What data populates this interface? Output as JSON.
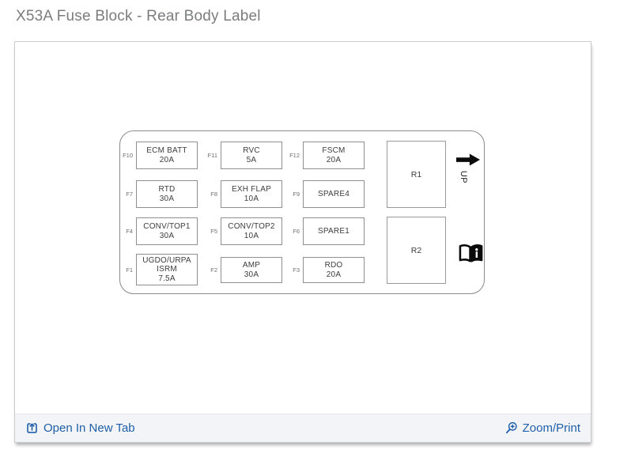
{
  "page": {
    "title": "X53A Fuse Block - Rear Body Label"
  },
  "diagram": {
    "up_label": "UP",
    "fuses": [
      {
        "id": "F10",
        "lines": [
          "ECM BATT",
          "20A"
        ]
      },
      {
        "id": "F11",
        "lines": [
          "RVC",
          "5A"
        ]
      },
      {
        "id": "F12",
        "lines": [
          "FSCM",
          "20A"
        ]
      },
      {
        "id": "F7",
        "lines": [
          "RTD",
          "30A"
        ]
      },
      {
        "id": "F8",
        "lines": [
          "EXH FLAP",
          "10A"
        ]
      },
      {
        "id": "F9",
        "lines": [
          "SPARE4"
        ]
      },
      {
        "id": "F4",
        "lines": [
          "CONV/TOP1",
          "30A"
        ]
      },
      {
        "id": "F5",
        "lines": [
          "CONV/TOP2",
          "10A"
        ]
      },
      {
        "id": "F6",
        "lines": [
          "SPARE1"
        ]
      },
      {
        "id": "F1",
        "lines": [
          "UGDO/URPA",
          "ISRM",
          "7.5A"
        ]
      },
      {
        "id": "F2",
        "lines": [
          "AMP",
          "30A"
        ]
      },
      {
        "id": "F3",
        "lines": [
          "RDO",
          "20A"
        ]
      }
    ],
    "relays": [
      {
        "id": "R1"
      },
      {
        "id": "R2"
      }
    ],
    "icons": {
      "orientation": "up-arrow-icon",
      "manual": "owners-manual-book-icon"
    }
  },
  "footer": {
    "open_in_new_tab": "Open In New Tab",
    "zoom_print": "Zoom/Print"
  },
  "colors": {
    "link_blue": "#1f5fa8",
    "title_gray": "#7b7c7e",
    "outline_gray": "#8a8a8a"
  }
}
